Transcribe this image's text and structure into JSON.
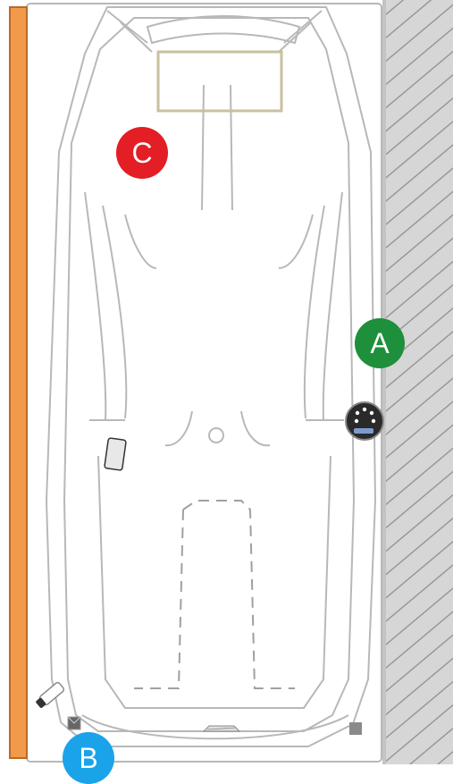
{
  "colors": {
    "wall_hatch": "#d6d6d6",
    "hatch_line": "#8c8c8c",
    "side_strip": "#f29a4a",
    "side_strip_edge": "#b86a2a",
    "outline": "#b8b8b8",
    "floor_mat": "#c8c0a0"
  },
  "markers": {
    "a": {
      "label": "A",
      "color": "#1e8f3a"
    },
    "b": {
      "label": "B",
      "color": "#1aa3e8"
    },
    "c": {
      "label": "C",
      "color": "#e31e24"
    }
  },
  "icons": {
    "socket": "round-socket-icon",
    "pad": "rounded-pad-icon",
    "pen": "marker-pen-icon",
    "corner_square": "corner-square-icon",
    "small_square": "small-square-icon",
    "vent": "vent-slot-icon"
  }
}
